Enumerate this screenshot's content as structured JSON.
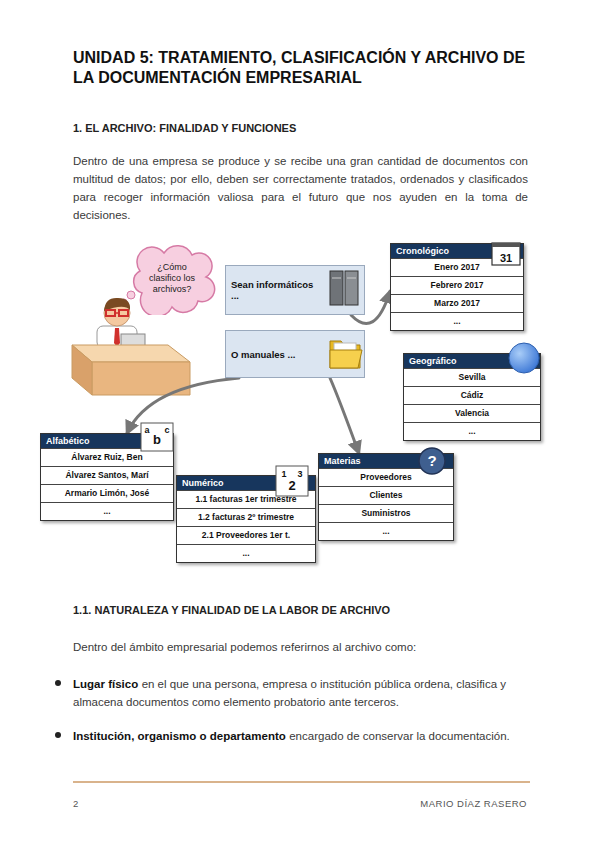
{
  "diagram": {
    "title": "UNIDAD 5: TRATAMIENTO, CLASIFICACIÓN Y ARCHIVO DE LA DOCUMENTACIÓN EMPRESARIAL",
    "nodes": [
      {
        "text": [
          "¿Cómo clasifico los archivos?"
        ]
      },
      {
        "text": [
          "Sean informáticos ..."
        ]
      },
      {
        "text": [
          "O manuales ..."
        ]
      },
      {
        "text": [
          "Cronológico",
          "Enero 2017",
          "Febrero 2017",
          "Marzo 2017",
          "..."
        ]
      },
      {
        "text": [
          "Geográfico",
          "Sevilla",
          "Cádiz",
          "Valencia",
          "..."
        ]
      },
      {
        "text": [
          "Alfabético",
          "Álvarez Ruiz, Ben",
          "Álvarez Santos, Marí",
          "Armario Limón, José",
          "..."
        ]
      },
      {
        "text": [
          "Numérico",
          "1.1 facturas 1er trimestre",
          "1.2 facturas 2º trimestre",
          "2.1 Proveedores 1er t.",
          "..."
        ]
      },
      {
        "text": [
          "Materias",
          "Proveedores",
          "Clientes",
          "Suministros",
          "..."
        ]
      }
    ],
    "edges": [
      {
        "from": 1,
        "to": 3,
        "arrow": "to"
      },
      {
        "from": 2,
        "to": 5,
        "arrow": "to"
      },
      {
        "from": 2,
        "to": 7,
        "arrow": "to"
      }
    ],
    "labels": [
      "1. EL ARCHIVO: FINALIDAD Y FUNCIONES",
      "Dentro de una empresa se produce y se recibe una gran cantidad de documentos con multitud de datos; por ello, deben ser correctamente tratados, ordenados y clasificados para recoger información valiosa para el futuro que nos ayuden en la toma de decisiones.",
      "31",
      "a",
      "b",
      "c",
      "1",
      "3",
      "2",
      "?",
      "1.1. NATURALEZA Y FINALIDAD DE LA LABOR DE ARCHIVO",
      "Dentro del ámbito empresarial podemos referirnos al archivo como:",
      "Lugar físico",
      "en el que una persona, empresa o institución pública ordena, clasifica y almacena documentos como elemento probatorio ante terceros.",
      "Institución, organismo o departamento",
      "encargado de conservar la documentación.",
      "2",
      "MARIO DÍAZ RASERO"
    ]
  }
}
